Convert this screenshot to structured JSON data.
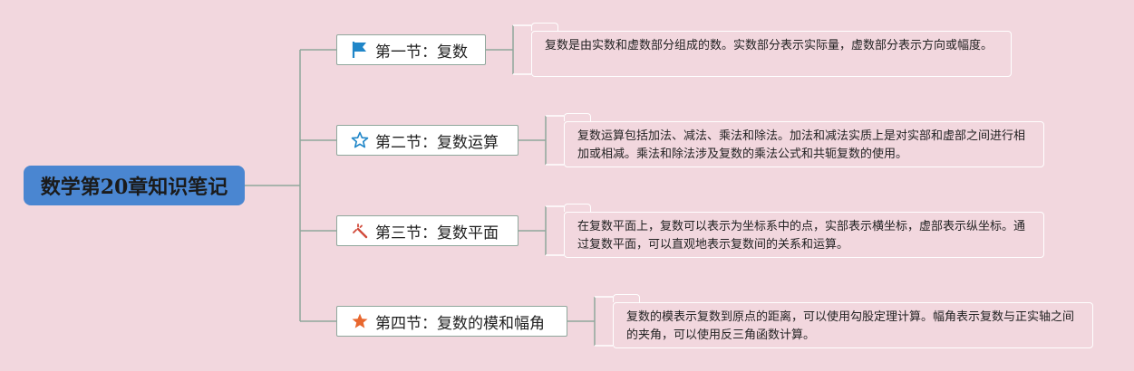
{
  "root": {
    "title": "数学第20章知识笔记"
  },
  "sections": [
    {
      "title": "第一节：复数",
      "icon": "flag-icon",
      "note": "复数是由实数和虚数部分组成的数。实数部分表示实际量，虚数部分表示方向或幅度。"
    },
    {
      "title": "第二节：复数运算",
      "icon": "star-outline-icon",
      "note": "复数运算包括加法、减法、乘法和除法。加法和减法实质上是对实部和虚部之间进行相加或相减。乘法和除法涉及复数的乘法公式和共轭复数的使用。"
    },
    {
      "title": "第三节：复数平面",
      "icon": "magic-wand-icon",
      "note": "在复数平面上，复数可以表示为坐标系中的点，实部表示横坐标，虚部表示纵坐标。通过复数平面，可以直观地表示复数间的关系和运算。"
    },
    {
      "title": "第四节：复数的模和幅角",
      "icon": "star-filled-icon",
      "note": "复数的模表示复数到原点的距离，可以使用勾股定理计算。幅角表示复数与正实轴之间的夹角，可以使用反三角函数计算。"
    }
  ],
  "colors": {
    "background": "#f2d7de",
    "root_fill": "#4a86d1",
    "connector": "#8fa79c",
    "flag_icon": "#1f86c8",
    "star_outline_icon": "#1f86c8",
    "wand_icon": "#d14a3a",
    "star_filled_icon": "#e8672e"
  }
}
